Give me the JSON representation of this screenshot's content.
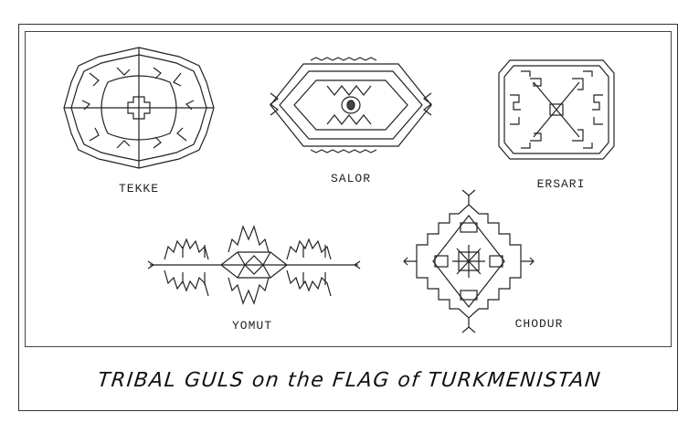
{
  "title": "TRIBAL GULS on the FLAG of TURKMENISTAN",
  "guls": [
    {
      "name": "TEKKE"
    },
    {
      "name": "SALOR"
    },
    {
      "name": "ERSARI"
    },
    {
      "name": "YOMUT"
    },
    {
      "name": "CHODUR"
    }
  ]
}
